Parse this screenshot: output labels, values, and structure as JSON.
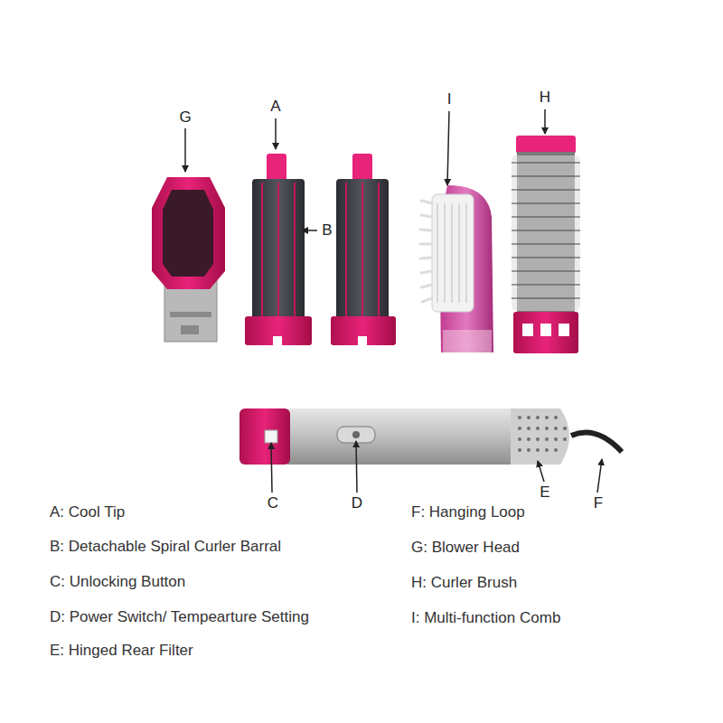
{
  "diagram": {
    "labels": [
      "G",
      "A",
      "I",
      "H",
      "B",
      "C",
      "D",
      "E",
      "F",
      "A: Cool Tip",
      "F: Hanging Loop",
      "B: Detachable Spiral Curler Barral",
      "G: Blower Head",
      "C: Unlocking Button",
      "H: Curler Brush",
      "D: Power Switch/ Tempearture Setting",
      "I: Multi-function Comb",
      "E: Hinged Rear Filter"
    ]
  }
}
